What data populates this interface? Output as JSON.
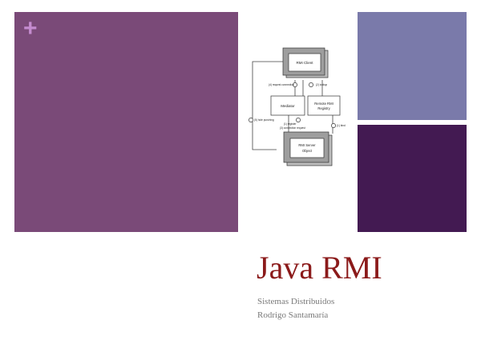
{
  "slide": {
    "title": "Java RMI",
    "subtitle_line1": "Sistemas Distribuidos",
    "subtitle_line2": "Rodrigo Santamaría",
    "decor_icon": "plus-icon",
    "colors": {
      "left_block": "#7a4a78",
      "right_top_block": "#7a7aaa",
      "right_bottom_block": "#431a52",
      "title": "#8b1a1a",
      "subtitle": "#7a7a7a",
      "plus": "#c48ccf"
    }
  },
  "diagram": {
    "rmi_client": "RMI Client",
    "mediator": "Mediator",
    "remote_rmi_registry_line1": "Remote RMI",
    "remote_rmi_registry_line2": "Registry",
    "rmi_server_object_line1": "RMI Server",
    "rmi_server_object_line2": "Object",
    "label_request_connection": "(4) request connection",
    "label_lookup": "(2) lookup",
    "label_hole_punching": "(5) hole punching",
    "label_register_line1": "(1) register",
    "label_register_line2": "(3) connection request",
    "label_bind": "(1) bind"
  }
}
